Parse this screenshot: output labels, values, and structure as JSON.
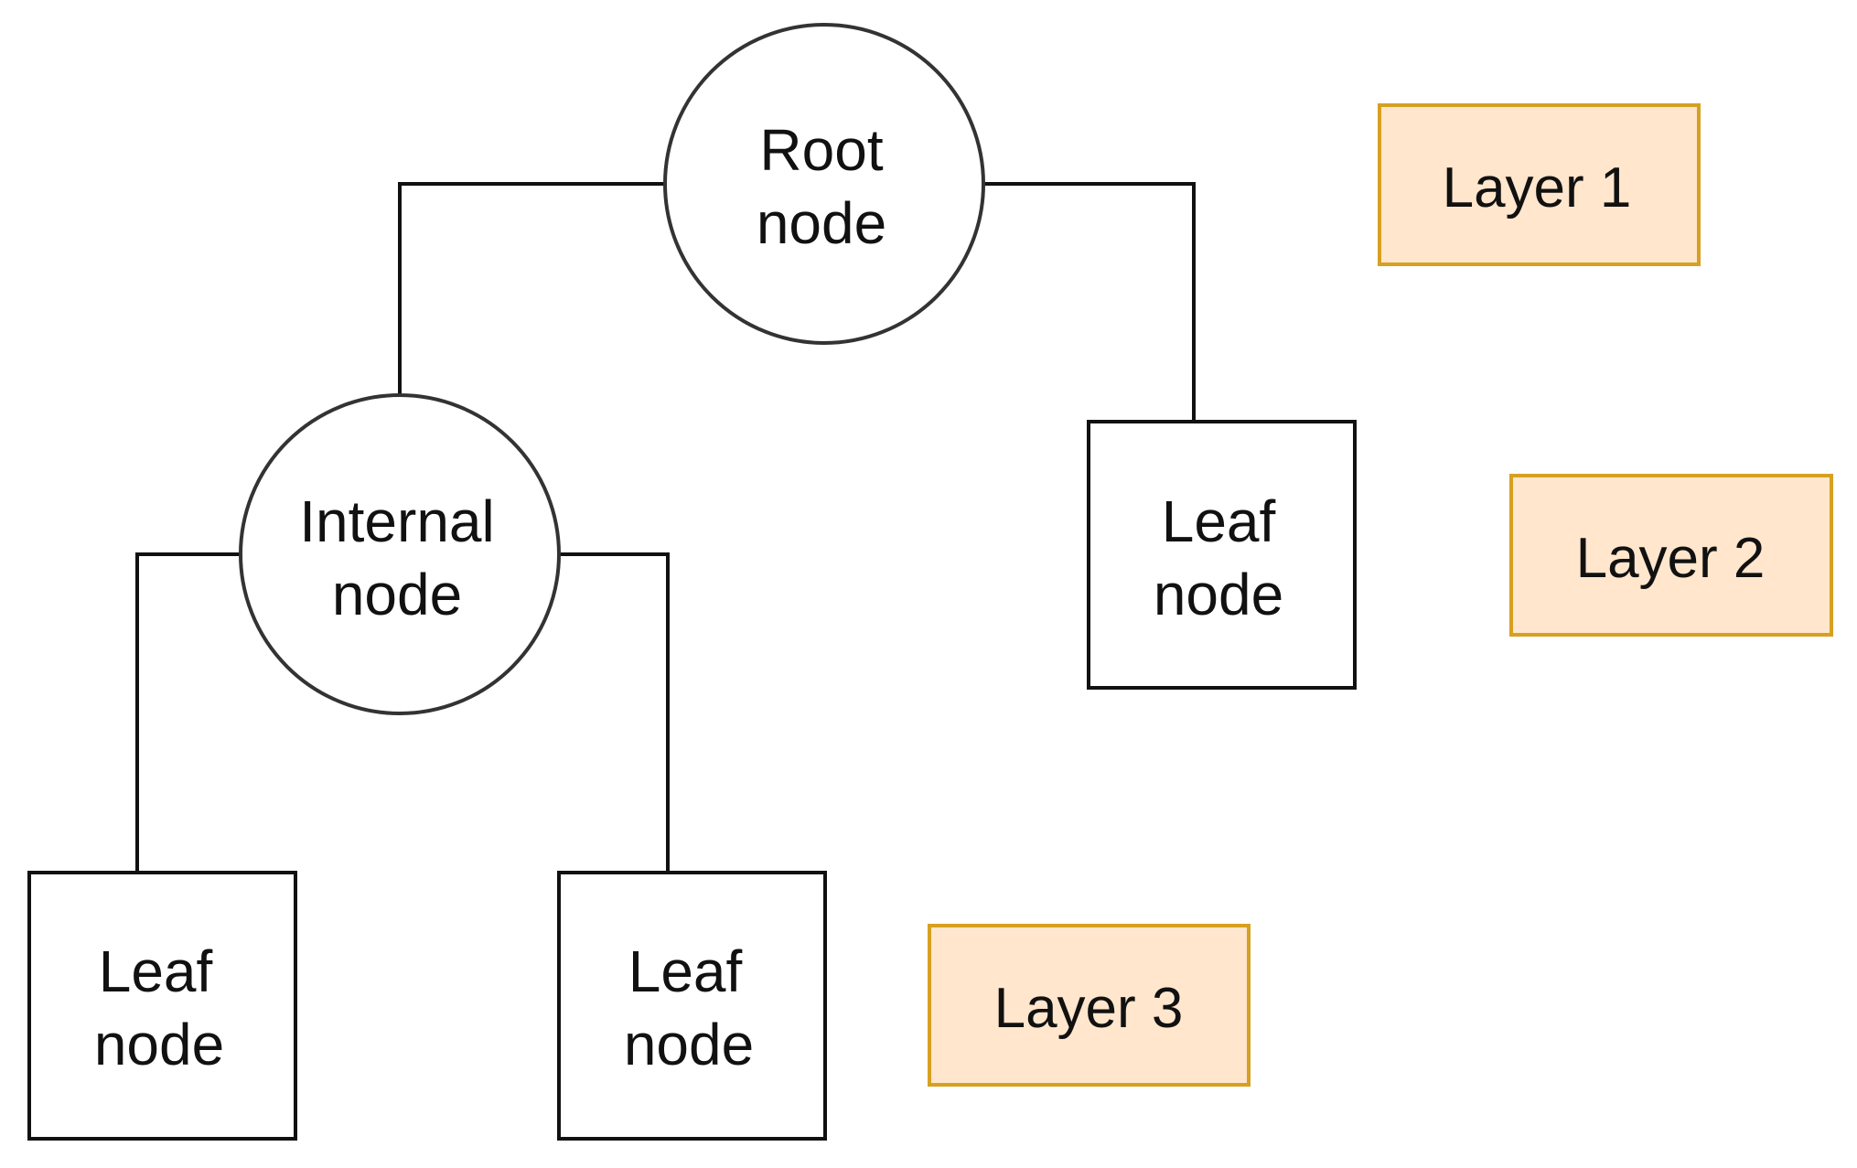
{
  "diagram": {
    "root": {
      "line1": "Root",
      "line2": "node"
    },
    "internal": {
      "line1": "Internal",
      "line2": "node"
    },
    "leaf_right": {
      "line1": "Leaf",
      "line2": "node"
    },
    "leaf_bottom_left": {
      "line1": "Leaf",
      "line2": "node"
    },
    "leaf_bottom_middle": {
      "line1": "Leaf",
      "line2": "node"
    }
  },
  "layers": {
    "layer1": "Layer 1",
    "layer2": "Layer 2",
    "layer3": "Layer 3"
  },
  "colors": {
    "layer_fill": "#ffe6cc",
    "layer_border": "#d6a021",
    "stroke": "#111111"
  }
}
